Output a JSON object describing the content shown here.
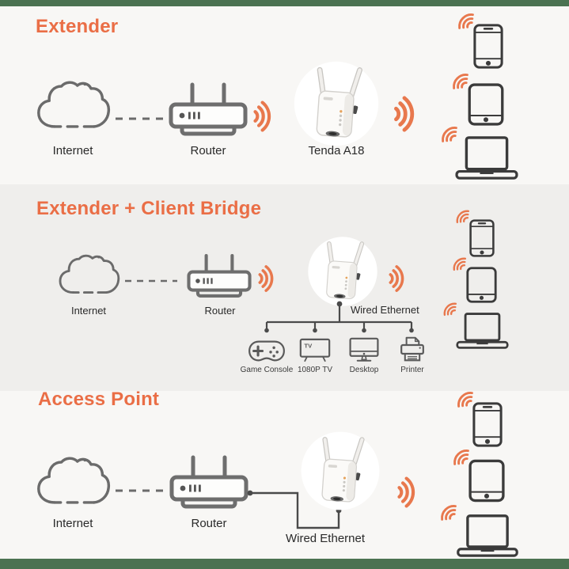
{
  "colors": {
    "accent_orange": "#ea6e46",
    "wifi_orange": "#e8784d",
    "band_green": "#4b7251",
    "icon_gray": "#6b6b6b",
    "device_dark": "#3b3b3b",
    "wire_gray": "#4a4a4a",
    "bg_light": "#f8f7f5",
    "bg_gray": "#efeeec"
  },
  "icons": {
    "tv_glyph_text": "TV",
    "names": [
      "cloud-icon",
      "router-icon",
      "wifi-signal-icon",
      "tenda-a18-icon",
      "smartphone-icon",
      "tablet-icon",
      "laptop-icon",
      "game-console-icon",
      "tv-icon",
      "desktop-icon",
      "printer-icon"
    ]
  },
  "sections": [
    {
      "title": "Extender",
      "internet_label": "Internet",
      "router_label": "Router",
      "extender_label": "Tenda A18"
    },
    {
      "title": "Extender + Client Bridge",
      "internet_label": "Internet",
      "router_label": "Router",
      "wired_label": "Wired Ethernet",
      "wired_devices": [
        {
          "label": "Game Console"
        },
        {
          "label": "1080P TV"
        },
        {
          "label": "Desktop"
        },
        {
          "label": "Printer"
        }
      ]
    },
    {
      "title": "Access Point",
      "internet_label": "Internet",
      "router_label": "Router",
      "wired_label": "Wired Ethernet"
    }
  ]
}
